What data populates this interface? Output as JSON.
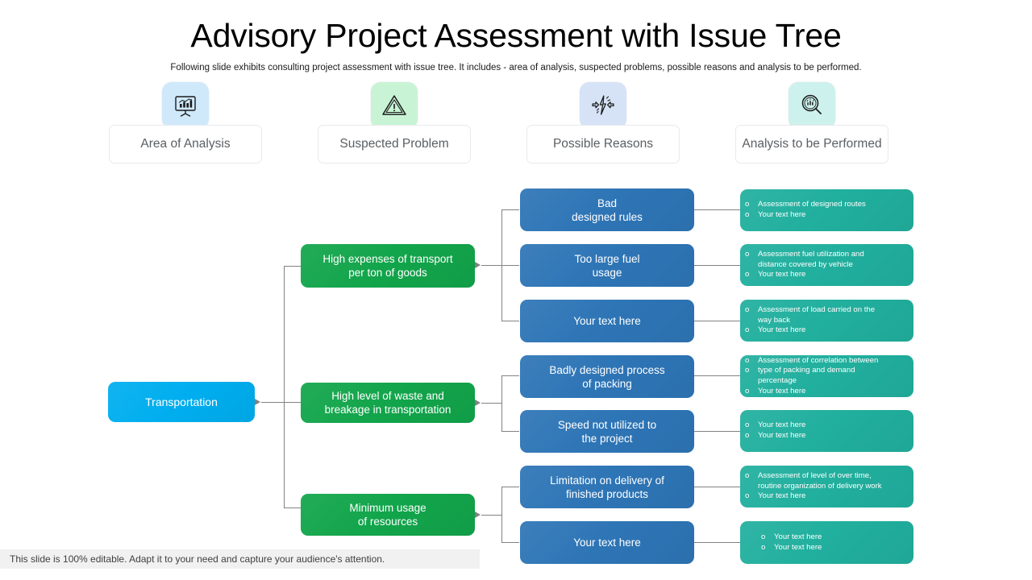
{
  "slide": {
    "title": "Advisory Project Assessment with Issue Tree",
    "subtitle": "Following slide exhibits consulting project assessment with issue tree. It includes - area of analysis, suspected problems, possible reasons and analysis to be performed.",
    "footer_note": "This slide is 100% editable. Adapt it to your need and capture your audience's attention."
  },
  "colors": {
    "root": "#00aeef",
    "problem": "#12a54b",
    "reason": "#2e75b6",
    "analysis": "#21af9e",
    "connector": "#808285",
    "label_text": "#5b5f63"
  },
  "columns": [
    {
      "label": "Area of Analysis",
      "icon": "presentation-chart-icon",
      "badge": "blue"
    },
    {
      "label": "Suspected Problem",
      "icon": "warning-triangle-icon",
      "badge": "green"
    },
    {
      "label": "Possible Reasons",
      "icon": "impact-arrows-icon",
      "badge": "navy"
    },
    {
      "label": "Analysis to be Performed",
      "icon": "magnifier-chart-icon",
      "badge": "teal"
    }
  ],
  "root": {
    "label": "Transportation"
  },
  "problems": [
    {
      "line1": "High expenses of transport",
      "line2": "per ton of goods"
    },
    {
      "line1": "High level of waste and",
      "line2": "breakage in transportation"
    },
    {
      "line1": "Minimum usage",
      "line2": "of resources"
    }
  ],
  "reasons": [
    {
      "line1": "Bad",
      "line2": "designed rules"
    },
    {
      "line1": "Too large fuel",
      "line2": "usage"
    },
    {
      "line1": "Your text here",
      "line2": ""
    },
    {
      "line1": "Badly designed process",
      "line2": "of packing"
    },
    {
      "line1": "Speed not utilized to",
      "line2": "the project"
    },
    {
      "line1": "Limitation on  delivery of",
      "line2": "finished products"
    },
    {
      "line1": "Your text here",
      "line2": ""
    }
  ],
  "analyses": [
    {
      "lines": [
        {
          "text": "Assessment of designed routes",
          "bullet": true
        },
        {
          "text": "Your text here",
          "bullet": true
        }
      ]
    },
    {
      "lines": [
        {
          "text": "Assessment fuel utilization and",
          "bullet": true
        },
        {
          "text": "distance covered by vehicle",
          "bullet": false
        },
        {
          "text": "Your text here",
          "bullet": true
        }
      ]
    },
    {
      "lines": [
        {
          "text": "Assessment of load carried on the",
          "bullet": true
        },
        {
          "text": "way back",
          "bullet": false
        },
        {
          "text": "Your text here",
          "bullet": true
        }
      ]
    },
    {
      "lines": [
        {
          "text": "Assessment of correlation between",
          "bullet": true
        },
        {
          "text": "type of packing and demand",
          "bullet": true
        },
        {
          "text": "percentage",
          "bullet": false
        },
        {
          "text": "Your text here",
          "bullet": true
        }
      ]
    },
    {
      "lines": [
        {
          "text": "Your text here",
          "bullet": true
        },
        {
          "text": "Your text here",
          "bullet": true
        }
      ]
    },
    {
      "lines": [
        {
          "text": "Assessment of level of over time,",
          "bullet": true
        },
        {
          "text": "routine organization of delivery work",
          "bullet": false
        },
        {
          "text": "Your text here",
          "bullet": true
        }
      ]
    },
    {
      "lines": [
        {
          "text": "Your text here",
          "bullet": true
        },
        {
          "text": "Your text here",
          "bullet": true
        }
      ]
    }
  ]
}
